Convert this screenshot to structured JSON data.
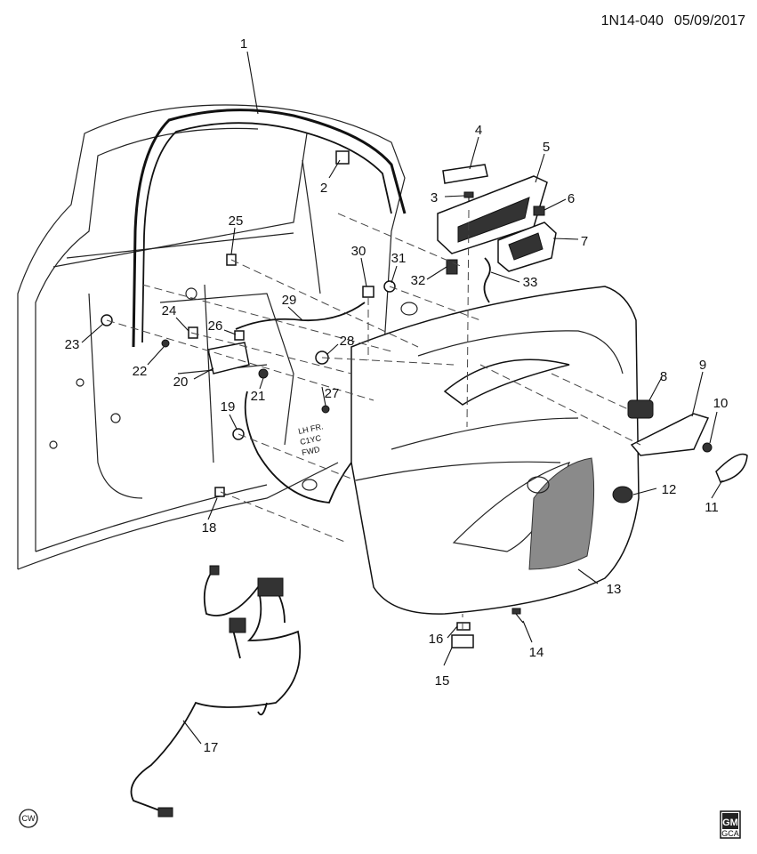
{
  "header": {
    "code": "1N14-040",
    "date": "05/09/2017"
  },
  "stamps": {
    "rotation": "CW",
    "brand_top": "GM",
    "brand_bottom": "GCA"
  },
  "callouts": [
    {
      "n": "1"
    },
    {
      "n": "2"
    },
    {
      "n": "3"
    },
    {
      "n": "4"
    },
    {
      "n": "5"
    },
    {
      "n": "6"
    },
    {
      "n": "7"
    },
    {
      "n": "8"
    },
    {
      "n": "9"
    },
    {
      "n": "10"
    },
    {
      "n": "11"
    },
    {
      "n": "12"
    },
    {
      "n": "13"
    },
    {
      "n": "14"
    },
    {
      "n": "15"
    },
    {
      "n": "16"
    },
    {
      "n": "17"
    },
    {
      "n": "18"
    },
    {
      "n": "19"
    },
    {
      "n": "20"
    },
    {
      "n": "21"
    },
    {
      "n": "22"
    },
    {
      "n": "23"
    },
    {
      "n": "24"
    },
    {
      "n": "25"
    },
    {
      "n": "26"
    },
    {
      "n": "27"
    },
    {
      "n": "28"
    },
    {
      "n": "29"
    },
    {
      "n": "30"
    },
    {
      "n": "31"
    },
    {
      "n": "32"
    },
    {
      "n": "33"
    }
  ],
  "panel_text": [
    "LH FR.",
    "C1YC",
    "FWD"
  ]
}
